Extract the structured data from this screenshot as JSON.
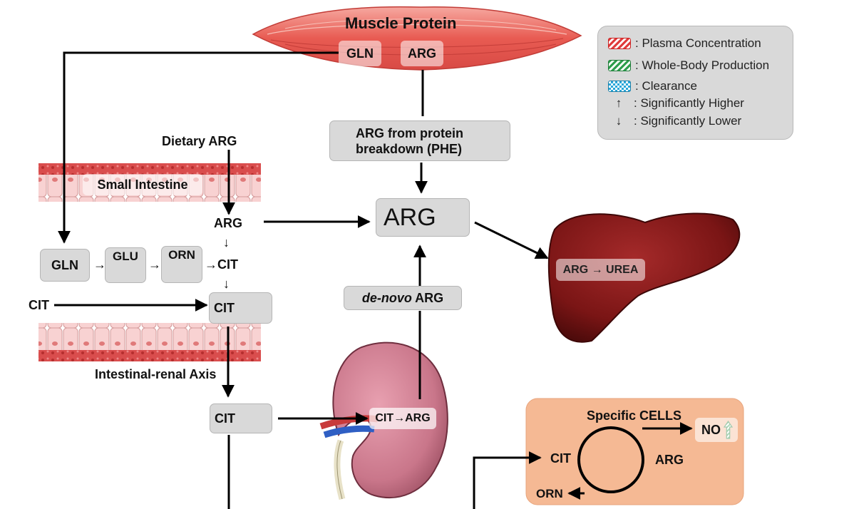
{
  "muscle": {
    "title": "Muscle Protein",
    "gln": "GLN",
    "arg": "ARG"
  },
  "legend": {
    "plasma": ": Plasma Concentration",
    "production": ": Whole-Body Production",
    "clearance": ": Clearance",
    "higher_symbol": "↑",
    "higher": ": Significantly Higher",
    "lower_symbol": "↓",
    "lower": ": Significantly Lower"
  },
  "colors": {
    "plasma": "#e03b3b",
    "production": "#2e9e4d",
    "clearance": "#2aa7d9",
    "box": "#d9d9d9",
    "cells_panel": "#f5b994"
  },
  "protein_breakdown": {
    "line1": "ARG from protein",
    "line2": "breakdown (PHE)"
  },
  "dietary": "Dietary ARG",
  "intestine": {
    "label": "Small Intestine",
    "axis": "Intestinal-renal Axis"
  },
  "pathway": {
    "arg": "ARG",
    "gln": "GLN",
    "glu": "GLU",
    "orn": "ORN",
    "cit": "CIT",
    "cit_external": "CIT",
    "cit_enterocyte": "CIT",
    "cit_plasma": "CIT"
  },
  "central": {
    "label": "ARG"
  },
  "denovo": {
    "italic": "de-novo",
    "text": " ARG"
  },
  "liver": {
    "label": "ARG → UREA"
  },
  "kidney": {
    "label": "CIT→ARG"
  },
  "cells": {
    "title": "Specific CELLS",
    "no": "NO",
    "cit": "CIT",
    "arg": "ARG",
    "orn": "ORN"
  },
  "arrow_symbol": "→",
  "down_symbol": "↓"
}
